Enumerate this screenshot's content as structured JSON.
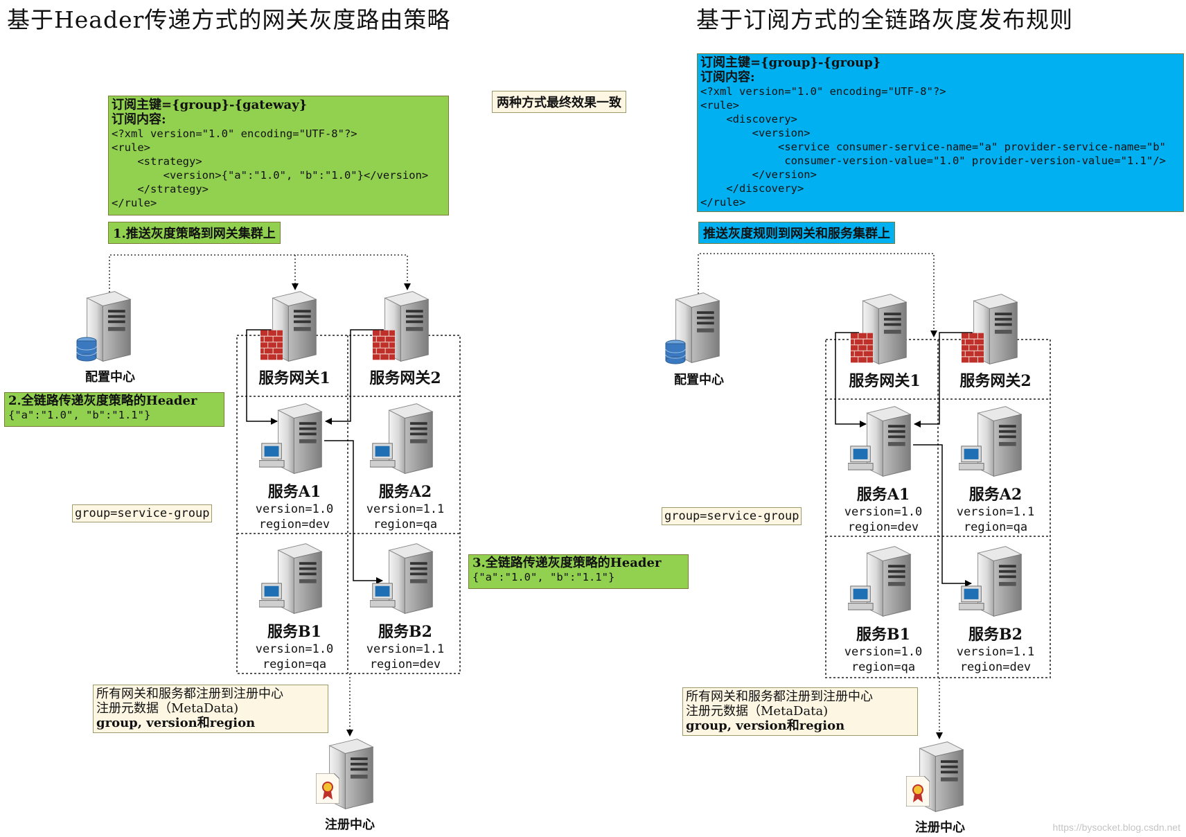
{
  "left": {
    "title": "基于Header传递方式的网关灰度路由策略",
    "config_box": {
      "lines": [
        "订阅主键={group}-{gateway}",
        "订阅内容:",
        "<?xml version=\"1.0\" encoding=\"UTF-8\"?>",
        "<rule>",
        "    <strategy>",
        "        <version>{\"a\":\"1.0\", \"b\":\"1.0\"}</version>",
        "    </strategy>",
        "</rule>"
      ]
    },
    "step1": "1.推送灰度策略到网关集群上",
    "step2_title": "2.全链路传递灰度策略的Header",
    "step2_value": "{\"a\":\"1.0\", \"b\":\"1.1\"}",
    "step3_title": "3.全链路传递灰度策略的Header",
    "step3_value": "{\"a\":\"1.0\", \"b\":\"1.1\"}",
    "group_label": "group=service-group",
    "config_center": "配置中心",
    "gateway1": "服务网关1",
    "gateway2": "服务网关2",
    "a1": {
      "name": "服务A1",
      "version": "version=1.0",
      "region": "region=dev"
    },
    "a2": {
      "name": "服务A2",
      "version": "version=1.1",
      "region": "region=qa"
    },
    "b1": {
      "name": "服务B1",
      "version": "version=1.0",
      "region": "region=qa"
    },
    "b2": {
      "name": "服务B2",
      "version": "version=1.1",
      "region": "region=dev"
    },
    "registry_note": [
      "所有网关和服务都注册到注册中心",
      "注册元数据（MetaData)",
      "group, version和region"
    ],
    "registry_center": "注册中心"
  },
  "middle_note": "两种方式最终效果一致",
  "right": {
    "title": "基于订阅方式的全链路灰度发布规则",
    "config_box": {
      "lines": [
        "订阅主键={group}-{group}",
        "订阅内容:",
        "<?xml version=\"1.0\" encoding=\"UTF-8\"?>",
        "<rule>",
        "    <discovery>",
        "        <version>",
        "            <service consumer-service-name=\"a\" provider-service-name=\"b\"",
        "             consumer-version-value=\"1.0\" provider-version-value=\"1.1\"/>",
        "        </version>",
        "    </discovery>",
        "</rule>"
      ]
    },
    "step": "推送灰度规则到网关和服务集群上",
    "group_label": "group=service-group",
    "config_center": "配置中心",
    "gateway1": "服务网关1",
    "gateway2": "服务网关2",
    "a1": {
      "name": "服务A1",
      "version": "version=1.0",
      "region": "region=dev"
    },
    "a2": {
      "name": "服务A2",
      "version": "version=1.1",
      "region": "region=qa"
    },
    "b1": {
      "name": "服务B1",
      "version": "version=1.0",
      "region": "region=qa"
    },
    "b2": {
      "name": "服务B2",
      "version": "version=1.1",
      "region": "region=dev"
    },
    "registry_note": [
      "所有网关和服务都注册到注册中心",
      "注册元数据（MetaData)",
      "group, version和region"
    ],
    "registry_center": "注册中心"
  },
  "watermark": "https://bysocket.blog.csdn.net",
  "colors": {
    "green": "#92d050",
    "blue": "#00b0f0",
    "cream": "#fdf6e3"
  },
  "icons": [
    "server-icon",
    "database-icon",
    "firewall-icon",
    "workstation-icon",
    "certificate-icon"
  ]
}
